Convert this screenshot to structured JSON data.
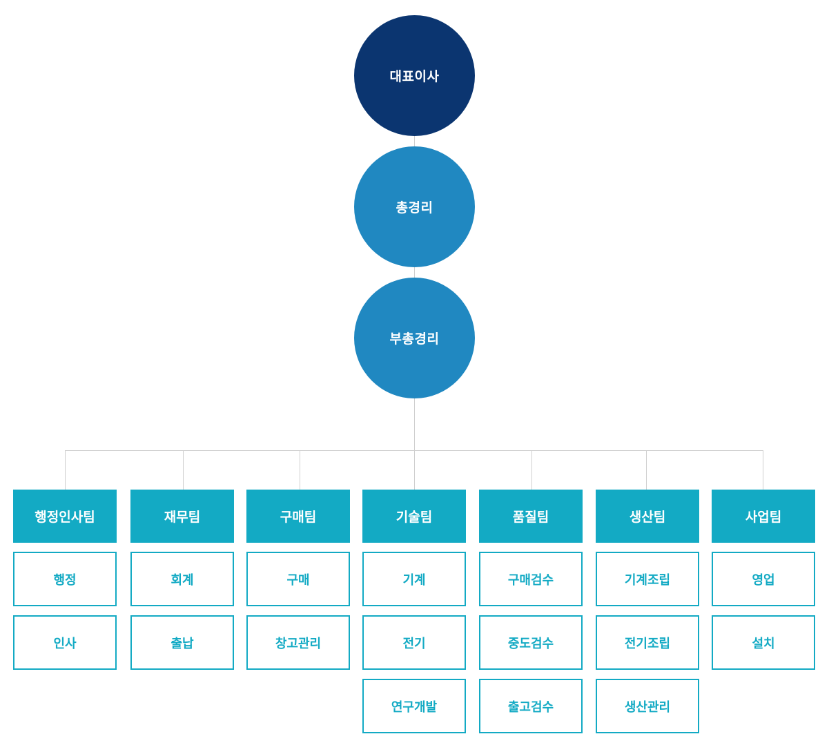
{
  "executives": [
    {
      "label": "대표이사"
    },
    {
      "label": "총경리"
    },
    {
      "label": "부총경리"
    }
  ],
  "teams": [
    {
      "name": "행정인사팀",
      "units": [
        "행정",
        "인사"
      ]
    },
    {
      "name": "재무팀",
      "units": [
        "회계",
        "출납"
      ]
    },
    {
      "name": "구매팀",
      "units": [
        "구매",
        "창고관리"
      ]
    },
    {
      "name": "기술팀",
      "units": [
        "기계",
        "전기",
        "연구개발"
      ]
    },
    {
      "name": "품질팀",
      "units": [
        "구매검수",
        "중도검수",
        "출고검수"
      ]
    },
    {
      "name": "생산팀",
      "units": [
        "기계조립",
        "전기조립",
        "생산관리"
      ]
    },
    {
      "name": "사업팀",
      "units": [
        "영업",
        "설치"
      ]
    }
  ],
  "colors": {
    "ceo_circle": "#0b3570",
    "exec_circle": "#2088c1",
    "team_header": "#13aac4",
    "unit_border": "#13aac4",
    "connector": "#cfcfcf"
  }
}
